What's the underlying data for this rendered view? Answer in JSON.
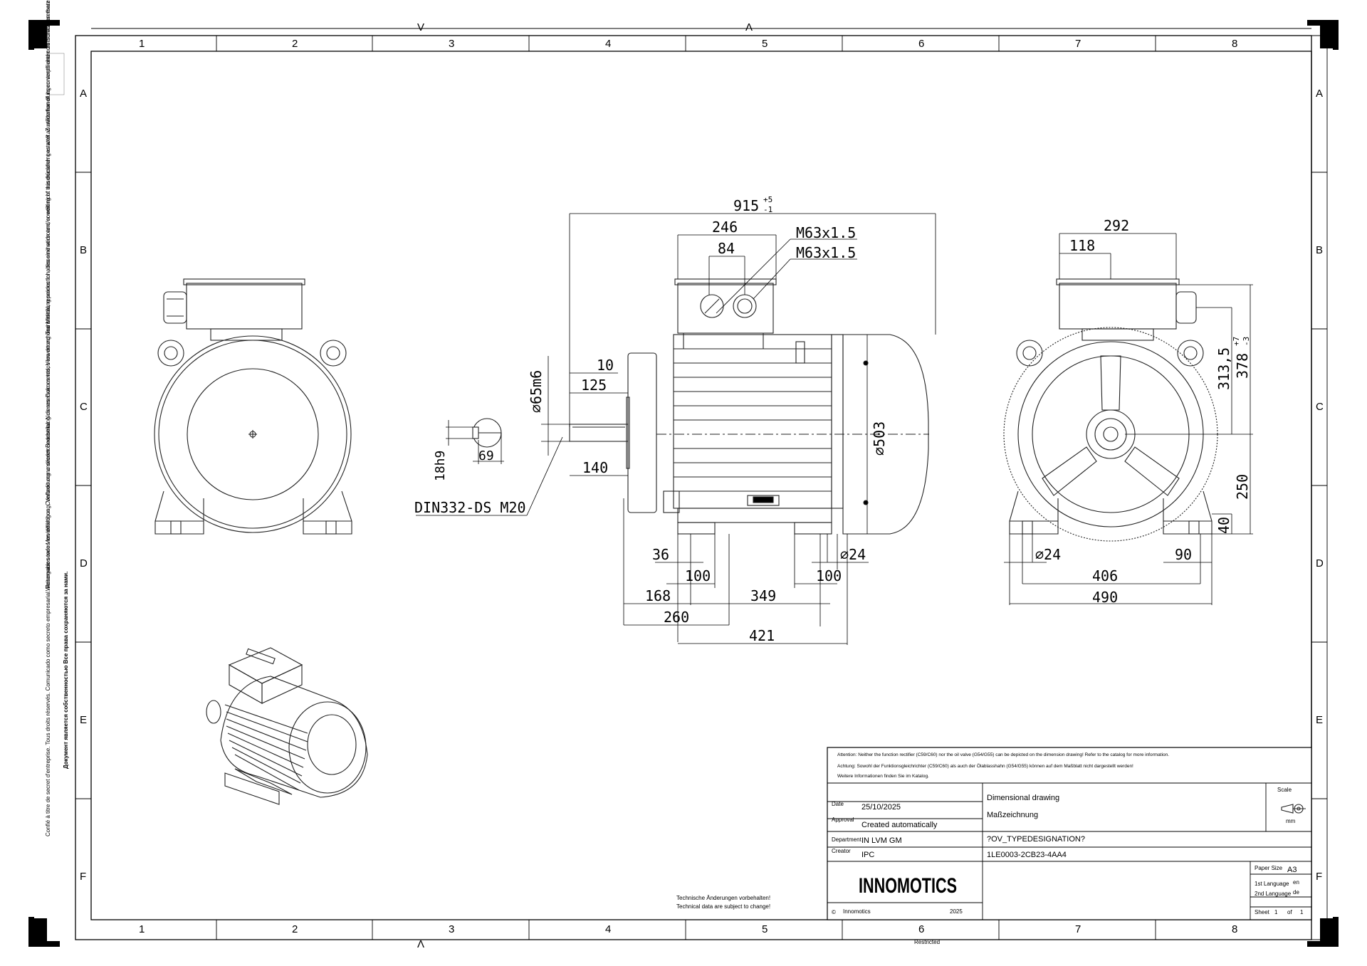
{
  "grid": {
    "columns": [
      "1",
      "2",
      "3",
      "4",
      "5",
      "6",
      "7",
      "8"
    ],
    "rows": [
      "A",
      "B",
      "C",
      "D",
      "E",
      "F"
    ],
    "top_markers": [
      "V",
      "Λ"
    ],
    "bottom_marker": "Λ"
  },
  "views": {
    "dimensions": {
      "overall_length": "915",
      "overall_length_tol_upper": "+5",
      "overall_length_tol_lower": "-1",
      "terminal_box_width": "246",
      "gland_offset": "84",
      "gland_thread_1": "M63x1.5",
      "gland_thread_2": "M63x1.5",
      "shaft_collar": "10",
      "shaft_length": "125",
      "shaft_diameter": "⌀65m6",
      "shaft_extension": "140",
      "flange_diameter": "⌀503",
      "keyway_width": "18h9",
      "keyway_height": "69",
      "center_hole": "DIN332-DS M20",
      "foot_offset_front": "36",
      "foot_width_left": "100",
      "foot_width_right": "100",
      "foot_hole_front": "⌀24",
      "dist_168": "168",
      "dist_349": "349",
      "dist_260": "260",
      "dist_421": "421",
      "box_width_rear": "292",
      "box_offset_rear": "118",
      "height_313": "313,5",
      "height_378": "378",
      "height_378_tol_upper": "+7",
      "height_378_tol_lower": "-3",
      "shaft_height": "250",
      "foot_height": "40",
      "foot_hole_rear": "⌀24",
      "foot_length": "90",
      "foot_span": "406",
      "overall_width": "490"
    }
  },
  "notes": {
    "changes_de": "Technische Änderungen vorbehalten!",
    "changes_en": "Technical data are subject to change!",
    "attention_en": "Attention: Neither the function rectifier (C59/C60) nor the oil valve (G54/G55) can be depicted on the dimension drawing! Refer to the catalog for more information.",
    "attention_de": "Achtung: Sowohl der Funktionsgleichrichter (C59/C60) als auch der Ölablasshahn (G54/G55) können auf dem Maßblatt nicht dargestellt werden!",
    "attention_de2": "Weitere Informationen finden Sie im Katalog.",
    "restricted": "Restricted",
    "copyright_left_1": "Transmittal, reproduction, dissemination and/or editing of this document as well as utilization of its contents and communication thereof to others without express authorization are prohibited. Offenders will be held liable for payment of damages. All rights created by patent grant or registration of a utility model or design patent are reserved.",
    "copyright_left_2": "Weitergabe sowie Vervielfältigung, Verbreitung und/oder Bearbeitung dieses Dokuments, Verwertung und Mitteilung seines Inhaltes sind verboten, soweit nicht ausdrücklich gestattet. Zuwiderhandlungen verpflichten zu Schadensersatz. Alle Rechte für den Fall der Patenterteilung, Gebrauchsmuster- oder Geschmacksmustereintragung vorbehalten.",
    "copyright_left_3": "Документ является собственностью Все права сохраняются за нами.",
    "copyright_left_4": "Confié à titre de secret d'entreprise. Tous droits réservés. Comunicado como secreto empresarial. Reservados todos los derechos. Confiado como secreto industrial. Nos reservamos todos los derechos."
  },
  "title_block": {
    "date_label": "Date",
    "date_value": "25/10/2025",
    "approval_label": "Approval",
    "approval_value": "Created automatically",
    "department_label": "Department",
    "department_value": "IN LVM GM",
    "creator_label": "Creator",
    "creator_value": "IPC",
    "title_en": "Dimensional drawing",
    "title_de": "Maßzeichnung",
    "type_designation": "?OV_TYPEDESIGNATION?",
    "article_number": "1LE0003-2CB23-4AA4",
    "scale_label": "Scale",
    "scale_unit": "mm",
    "paper_size_label": "Paper Size",
    "paper_size_value": "A3",
    "lang1_label": "1st Language",
    "lang1_value": "en",
    "lang2_label": "2nd Language",
    "lang2_value": "de",
    "sheet_label": "Sheet",
    "sheet_value": "1",
    "sheet_of": "of",
    "sheet_total": "1",
    "brand": "INNOMOTICS",
    "copyright_holder": "Innomotics",
    "copyright_year": "2025",
    "copyright_symbol": "©"
  }
}
